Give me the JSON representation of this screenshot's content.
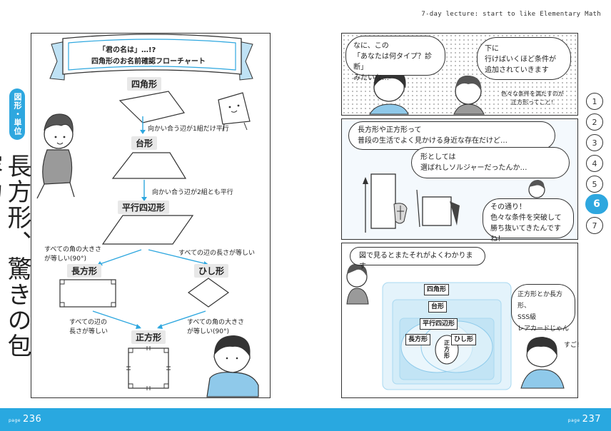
{
  "header": {
    "title": "7-day lecture: start to like Elementary Math"
  },
  "side": {
    "tab_label": "図形・単位",
    "title": "長方形、驚きの包容力！"
  },
  "chapters": [
    "1",
    "2",
    "3",
    "4",
    "5",
    "6",
    "7"
  ],
  "active_chapter": "6",
  "footer": {
    "page_prefix": "page",
    "left_page": "236",
    "right_page": "237"
  },
  "left_panel": {
    "banner_line1": "「君の名は」…!?",
    "banner_line2": "四角形のお名前確認フローチャート",
    "nodes": {
      "quad": "四角形",
      "trapezoid": "台形",
      "parallelogram": "平行四辺形",
      "rectangle": "長方形",
      "rhombus": "ひし形",
      "square": "正方形"
    },
    "conditions": {
      "to_trapezoid": "向かい合う辺が1組だけ平行",
      "to_parallelogram": "向かい合う辺が2組とも平行",
      "to_rectangle_1": "すべての角の大きさ",
      "to_rectangle_2": "が等しい(90°)",
      "to_rhombus": "すべての辺の長さが等しい",
      "to_square_left_1": "すべての辺の",
      "to_square_left_2": "長さが等しい",
      "to_square_right_1": "すべての角の大きさ",
      "to_square_right_2": "が等しい(90°)"
    }
  },
  "right_panel": {
    "bubble1": [
      "なに、この",
      "「あなたは何タイプ？診断」",
      "みたいな…"
    ],
    "bubble2": [
      "下に",
      "行けばいくほど条件が",
      "追加されていきます"
    ],
    "handwritten": [
      "色々な条件を満たすのが",
      "正方形ってこと！"
    ],
    "bubble3": [
      "長方形や正方形って",
      "普段の生活でよく見かける身近な存在だけど…"
    ],
    "bubble4": [
      "形としては",
      "選ばれしソルジャーだったんか…"
    ],
    "bubble5": [
      "その通り！",
      "色々な条件を突破して",
      "勝ち抜いてきたんですね！"
    ],
    "bubble6": [
      "図で見るとまたそれがよくわかります"
    ],
    "bubble7": [
      "正方形とか長方形、",
      "SSS級",
      "レアカードじゃん"
    ],
    "exclaim": "すご!",
    "nested_labels": {
      "quad": "四角形",
      "trapezoid": "台形",
      "parallelogram": "平行四辺形",
      "rectangle": "長方形",
      "rhombus": "ひし形",
      "square": [
        "正",
        "方",
        "形"
      ]
    }
  }
}
